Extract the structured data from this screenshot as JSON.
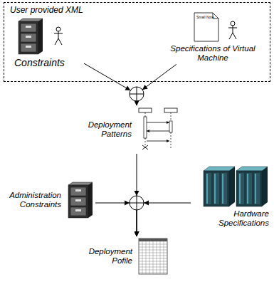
{
  "diagram": {
    "nodes": [
      {
        "text": [
          "User provided XML"
        ]
      },
      {
        "text": [
          "Constraints"
        ],
        "in": 0
      },
      {
        "text": [
          "Specifications of Virtual Machine"
        ],
        "in": 0
      },
      {
        "text": [
          "Deployment Patterns"
        ]
      },
      {
        "text": [
          "Administration Constraints"
        ]
      },
      {
        "text": [
          "Hardware Specifications"
        ]
      },
      {
        "text": [
          "Deployment Pofile"
        ]
      }
    ],
    "edges": [
      {
        "from": 1,
        "to": 3,
        "arrow": "to"
      },
      {
        "from": 2,
        "to": 3,
        "arrow": "to"
      },
      {
        "from": 3,
        "to": 6,
        "arrow": "to"
      },
      {
        "from": 4,
        "to": 6,
        "arrow": "to"
      },
      {
        "from": 5,
        "to": 6,
        "arrow": "to"
      }
    ],
    "labels": [
      "Small Note"
    ]
  }
}
